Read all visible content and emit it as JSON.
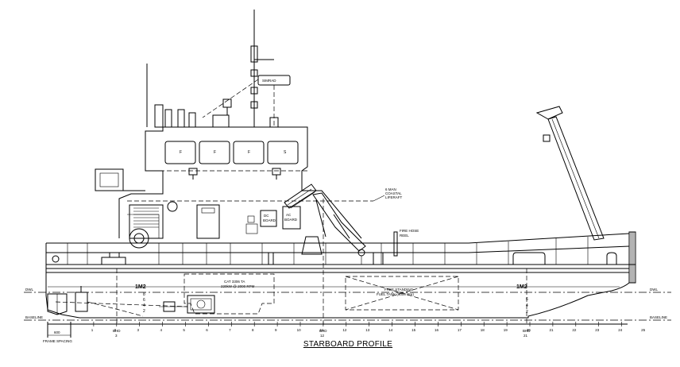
{
  "title": "STARBOARD PROFILE",
  "labels": {
    "simrad": "SIMRAD",
    "window_f": "F",
    "window_s": "S",
    "liferaft_line1": "6 MAN",
    "liferaft_line2": "COASTAL",
    "liferaft_line3": "LIFERAFT",
    "dc_line1": "DC",
    "dc_line2": "BOARD",
    "ac_line1": "AC",
    "ac_line2": "BOARD",
    "fire_hose_line1": "FIRE HOSE",
    "fire_hose_line2": "REEL",
    "engine_line1": "CAT 3306 TA",
    "engine_line2": "220kW @ 2000 RPM",
    "fuel_line1": "FREE STANDING",
    "fuel_line2": "FUEL TANK (6000 litre)",
    "dwl": "DWL",
    "baseline": "BASELINE",
    "frame_spacing": "FRAME SPACING",
    "frame_spacing_value": "600",
    "mark_1m2": "1M2",
    "draft_marks_fwd": [
      "6",
      "4",
      "2"
    ],
    "draft_marks_aft": [
      "8",
      "6",
      "4",
      "2"
    ],
    "bhd3_line1": "BHD",
    "bhd3_line2": "3",
    "bhd12_line1": "BHD",
    "bhd12_line2": "12",
    "bhd21_line1": "BHD",
    "bhd21_line2": "21"
  },
  "frames": [
    "1",
    "2",
    "3",
    "4",
    "5",
    "6",
    "7",
    "8",
    "9",
    "10",
    "11",
    "12",
    "13",
    "14",
    "15",
    "16",
    "17",
    "18",
    "19",
    "20",
    "21",
    "22",
    "23",
    "24",
    "25"
  ]
}
